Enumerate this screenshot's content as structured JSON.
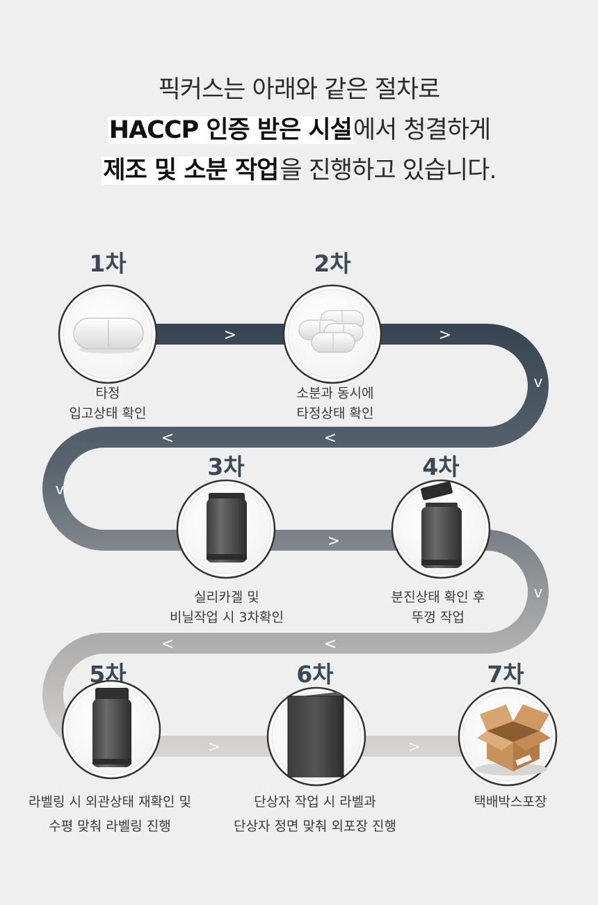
{
  "headline": {
    "line1": "픽커스는 아래와 같은 절차로",
    "line2_bold": "HACCP 인증 받은 시설",
    "line2_rest": "에서 청결하게",
    "line3_bold": "제조 및 소분 작업",
    "line3_rest": "을 진행하고 있습니다."
  },
  "steps": [
    {
      "title": "1차",
      "caption": [
        "타정",
        "입고상태 확인"
      ],
      "icon": "pill-icon"
    },
    {
      "title": "2차",
      "caption": [
        "소분과 동시에",
        "타정상태 확인"
      ],
      "icon": "pills-icon"
    },
    {
      "title": "3차",
      "caption": [
        "실리카겔 및",
        "비닐작업 시 3차확인"
      ],
      "icon": "bottle-icon"
    },
    {
      "title": "4차",
      "caption": [
        "분진상태 확인 후",
        "뚜껑 작업"
      ],
      "icon": "bottle-lid-icon"
    },
    {
      "title": "5차",
      "caption": [
        "라벨링 시 외관상태 재확인 및",
        "수평 맞춰 라벨링 진행"
      ],
      "icon": "bottle-icon"
    },
    {
      "title": "6차",
      "caption": [
        "단상자 작업 시 라벨과",
        "단상자 정면 맞춰 외포장 진행"
      ],
      "icon": "box-icon"
    },
    {
      "title": "7차",
      "caption": [
        "택배박스포장"
      ],
      "icon": "shipping-box-icon"
    }
  ],
  "arrows": {
    "right": ">",
    "left": "<",
    "down": "v"
  },
  "colors": {
    "path_top": "#33424f",
    "path_bottom": "#dcd9d5",
    "title": "#3b4954"
  }
}
